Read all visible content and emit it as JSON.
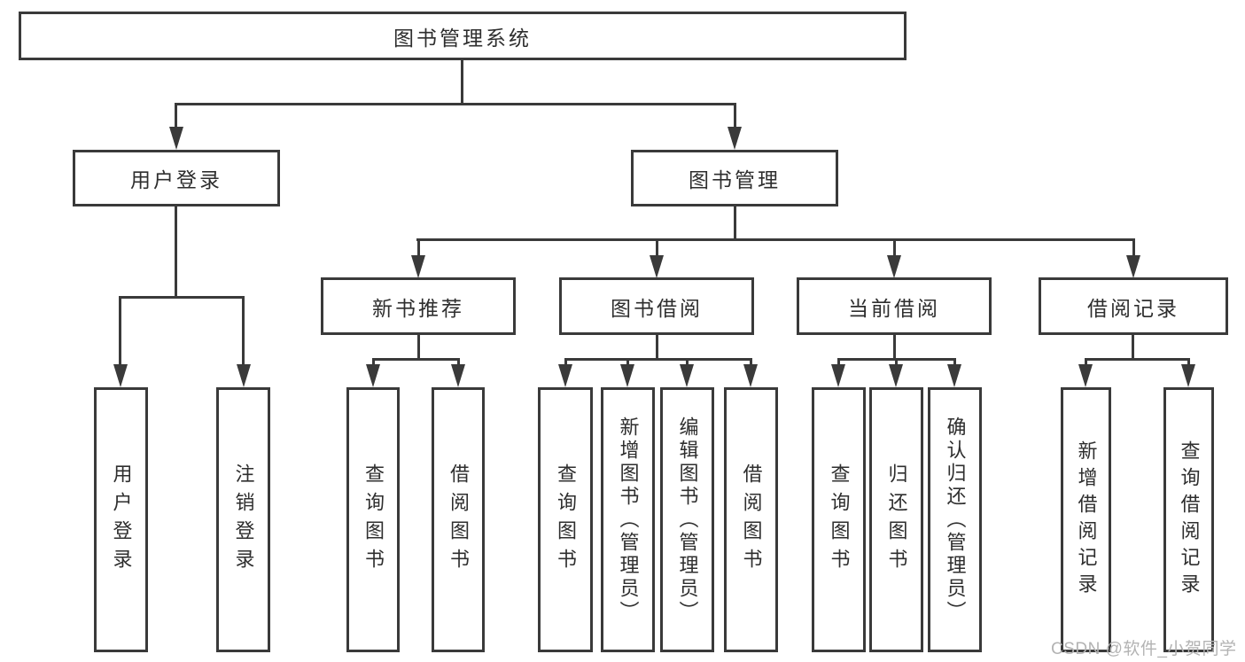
{
  "colors": {
    "line": "#3a3a3a",
    "box_fill": "#ffffff",
    "text": "#2e2e2e",
    "watermark": "#b3b3b3",
    "background": "#ffffff"
  },
  "diagram": {
    "root": {
      "label": "图书管理系统"
    },
    "branches": [
      {
        "label": "用户登录",
        "children": [
          {
            "label": "用户登录"
          },
          {
            "label": "注销登录"
          }
        ]
      },
      {
        "label": "图书管理",
        "groups": [
          {
            "label": "新书推荐",
            "children": [
              {
                "label": "查询图书"
              },
              {
                "label": "借阅图书"
              }
            ]
          },
          {
            "label": "图书借阅",
            "children": [
              {
                "label": "查询图书"
              },
              {
                "label": "新增图书（管理员）"
              },
              {
                "label": "编辑图书（管理员）"
              },
              {
                "label": "借阅图书"
              }
            ]
          },
          {
            "label": "当前借阅",
            "children": [
              {
                "label": "查询图书"
              },
              {
                "label": "归还图书"
              },
              {
                "label": "确认归还（管理员）"
              }
            ]
          },
          {
            "label": "借阅记录",
            "children": [
              {
                "label": "新增借阅记录"
              },
              {
                "label": "查询借阅记录"
              }
            ]
          }
        ]
      }
    ]
  },
  "watermark": {
    "text": "CSDN @软件_小贺同学"
  }
}
